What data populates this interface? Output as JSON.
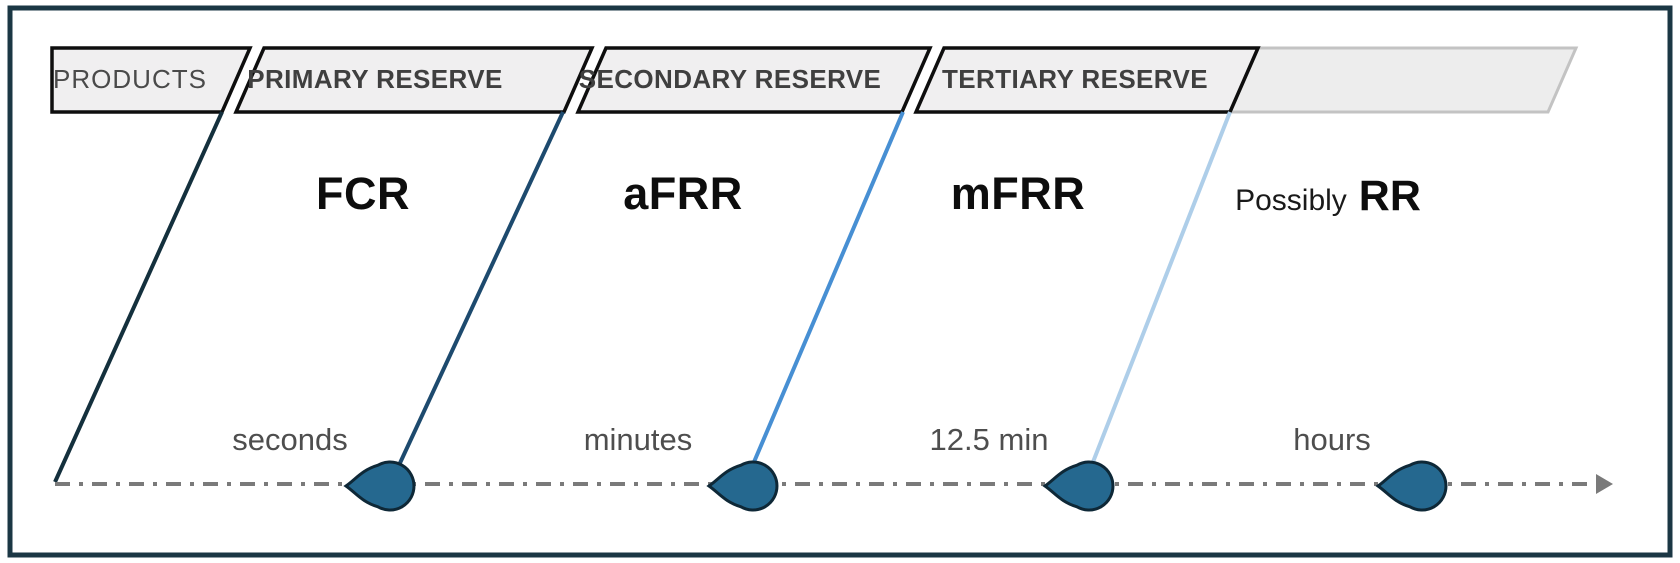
{
  "header": {
    "products": "PRODUCTS",
    "primary": "PRIMARY RESERVE",
    "secondary": "SECONDARY RESERVE",
    "tertiary": "TERTIARY RESERVE"
  },
  "products": {
    "primary": "FCR",
    "secondary": "aFRR",
    "tertiary": "mFRR",
    "quaternary_prefix": "Possibly",
    "quaternary": "RR"
  },
  "timeline": {
    "primary": "seconds",
    "secondary": "minutes",
    "tertiary": "12.5 min",
    "quaternary": "hours"
  },
  "colors": {
    "frame_border": "#1b3744",
    "tab_fill": "#f0eff0",
    "tab_border": "#0e0e0e",
    "extra_tab_fill": "#ededed",
    "extra_tab_border": "#c3c3c3",
    "line_fcr": "#14303d",
    "line_afrr": "#1d4a6e",
    "line_mfrr": "#478fd3",
    "line_rr": "#aecee9",
    "droplet_fill": "#25688f",
    "droplet_stroke": "#0e2837",
    "timeline_line": "#7a7a7a",
    "header_text": "#3f3f3f",
    "product_text": "#0d0d0d",
    "time_text": "#4e4e4e"
  }
}
